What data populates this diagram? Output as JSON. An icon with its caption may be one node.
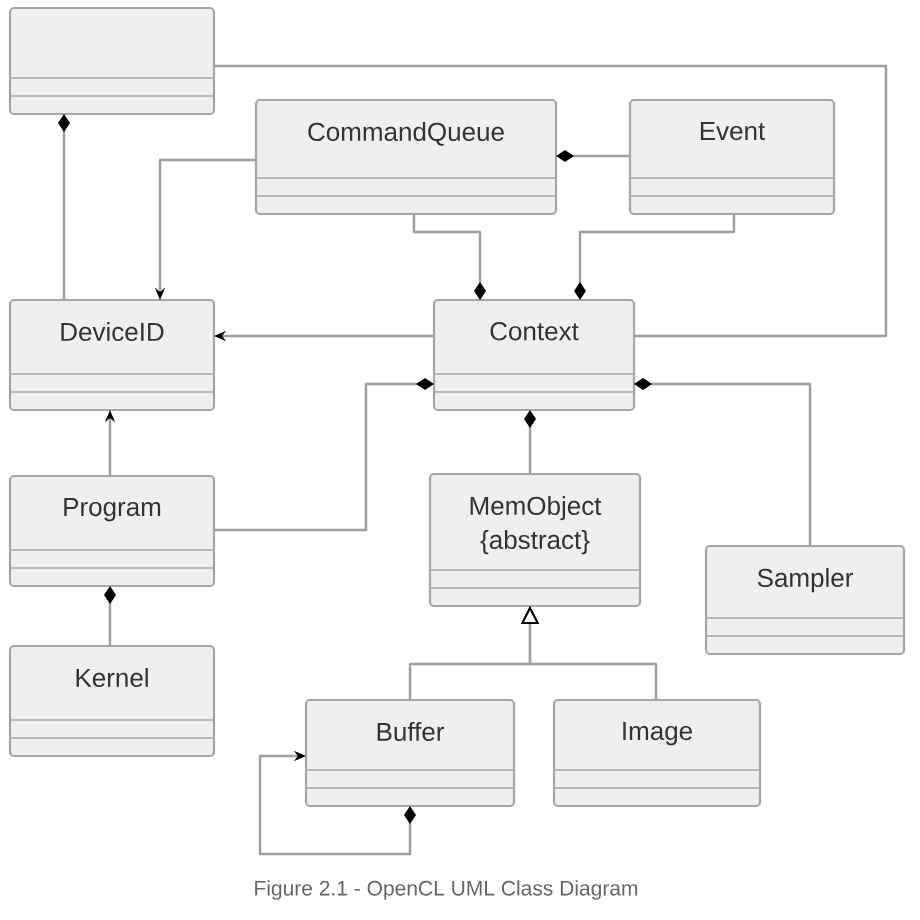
{
  "diagram": {
    "caption": "Figure 2.1 - OpenCL UML Class Diagram",
    "nodes": [
      {
        "text": [],
        "shape": "box"
      },
      {
        "text": [
          "CommandQueue"
        ]
      },
      {
        "text": [
          "Event"
        ]
      },
      {
        "text": [
          "DeviceID"
        ]
      },
      {
        "text": [
          "Context"
        ]
      },
      {
        "text": [
          "Program"
        ]
      },
      {
        "text": [
          "MemObject {abstract}"
        ]
      },
      {
        "text": [
          "Sampler"
        ]
      },
      {
        "text": [
          "Kernel"
        ]
      },
      {
        "text": [
          "Buffer"
        ]
      },
      {
        "text": [
          "Image"
        ]
      }
    ],
    "edges": [
      {
        "from": 0,
        "to": 3,
        "arrow": "other"
      },
      {
        "from": 4,
        "to": 0,
        "arrow": "none"
      },
      {
        "from": 1,
        "to": 2,
        "arrow": "other"
      },
      {
        "from": 1,
        "to": 3,
        "arrow": "to"
      },
      {
        "from": 4,
        "to": 1,
        "arrow": "other"
      },
      {
        "from": 4,
        "to": 2,
        "arrow": "other"
      },
      {
        "from": 4,
        "to": 3,
        "arrow": "to"
      },
      {
        "from": 5,
        "to": 3,
        "arrow": "to"
      },
      {
        "from": 4,
        "to": 5,
        "arrow": "other"
      },
      {
        "from": 4,
        "to": 6,
        "arrow": "other"
      },
      {
        "from": 4,
        "to": 7,
        "arrow": "other"
      },
      {
        "from": 5,
        "to": 8,
        "arrow": "other"
      },
      {
        "from": 9,
        "to": 6,
        "arrow": "to"
      },
      {
        "from": 10,
        "to": 6,
        "arrow": "to"
      },
      {
        "from": 9,
        "to": 9,
        "arrow": "to"
      }
    ]
  }
}
